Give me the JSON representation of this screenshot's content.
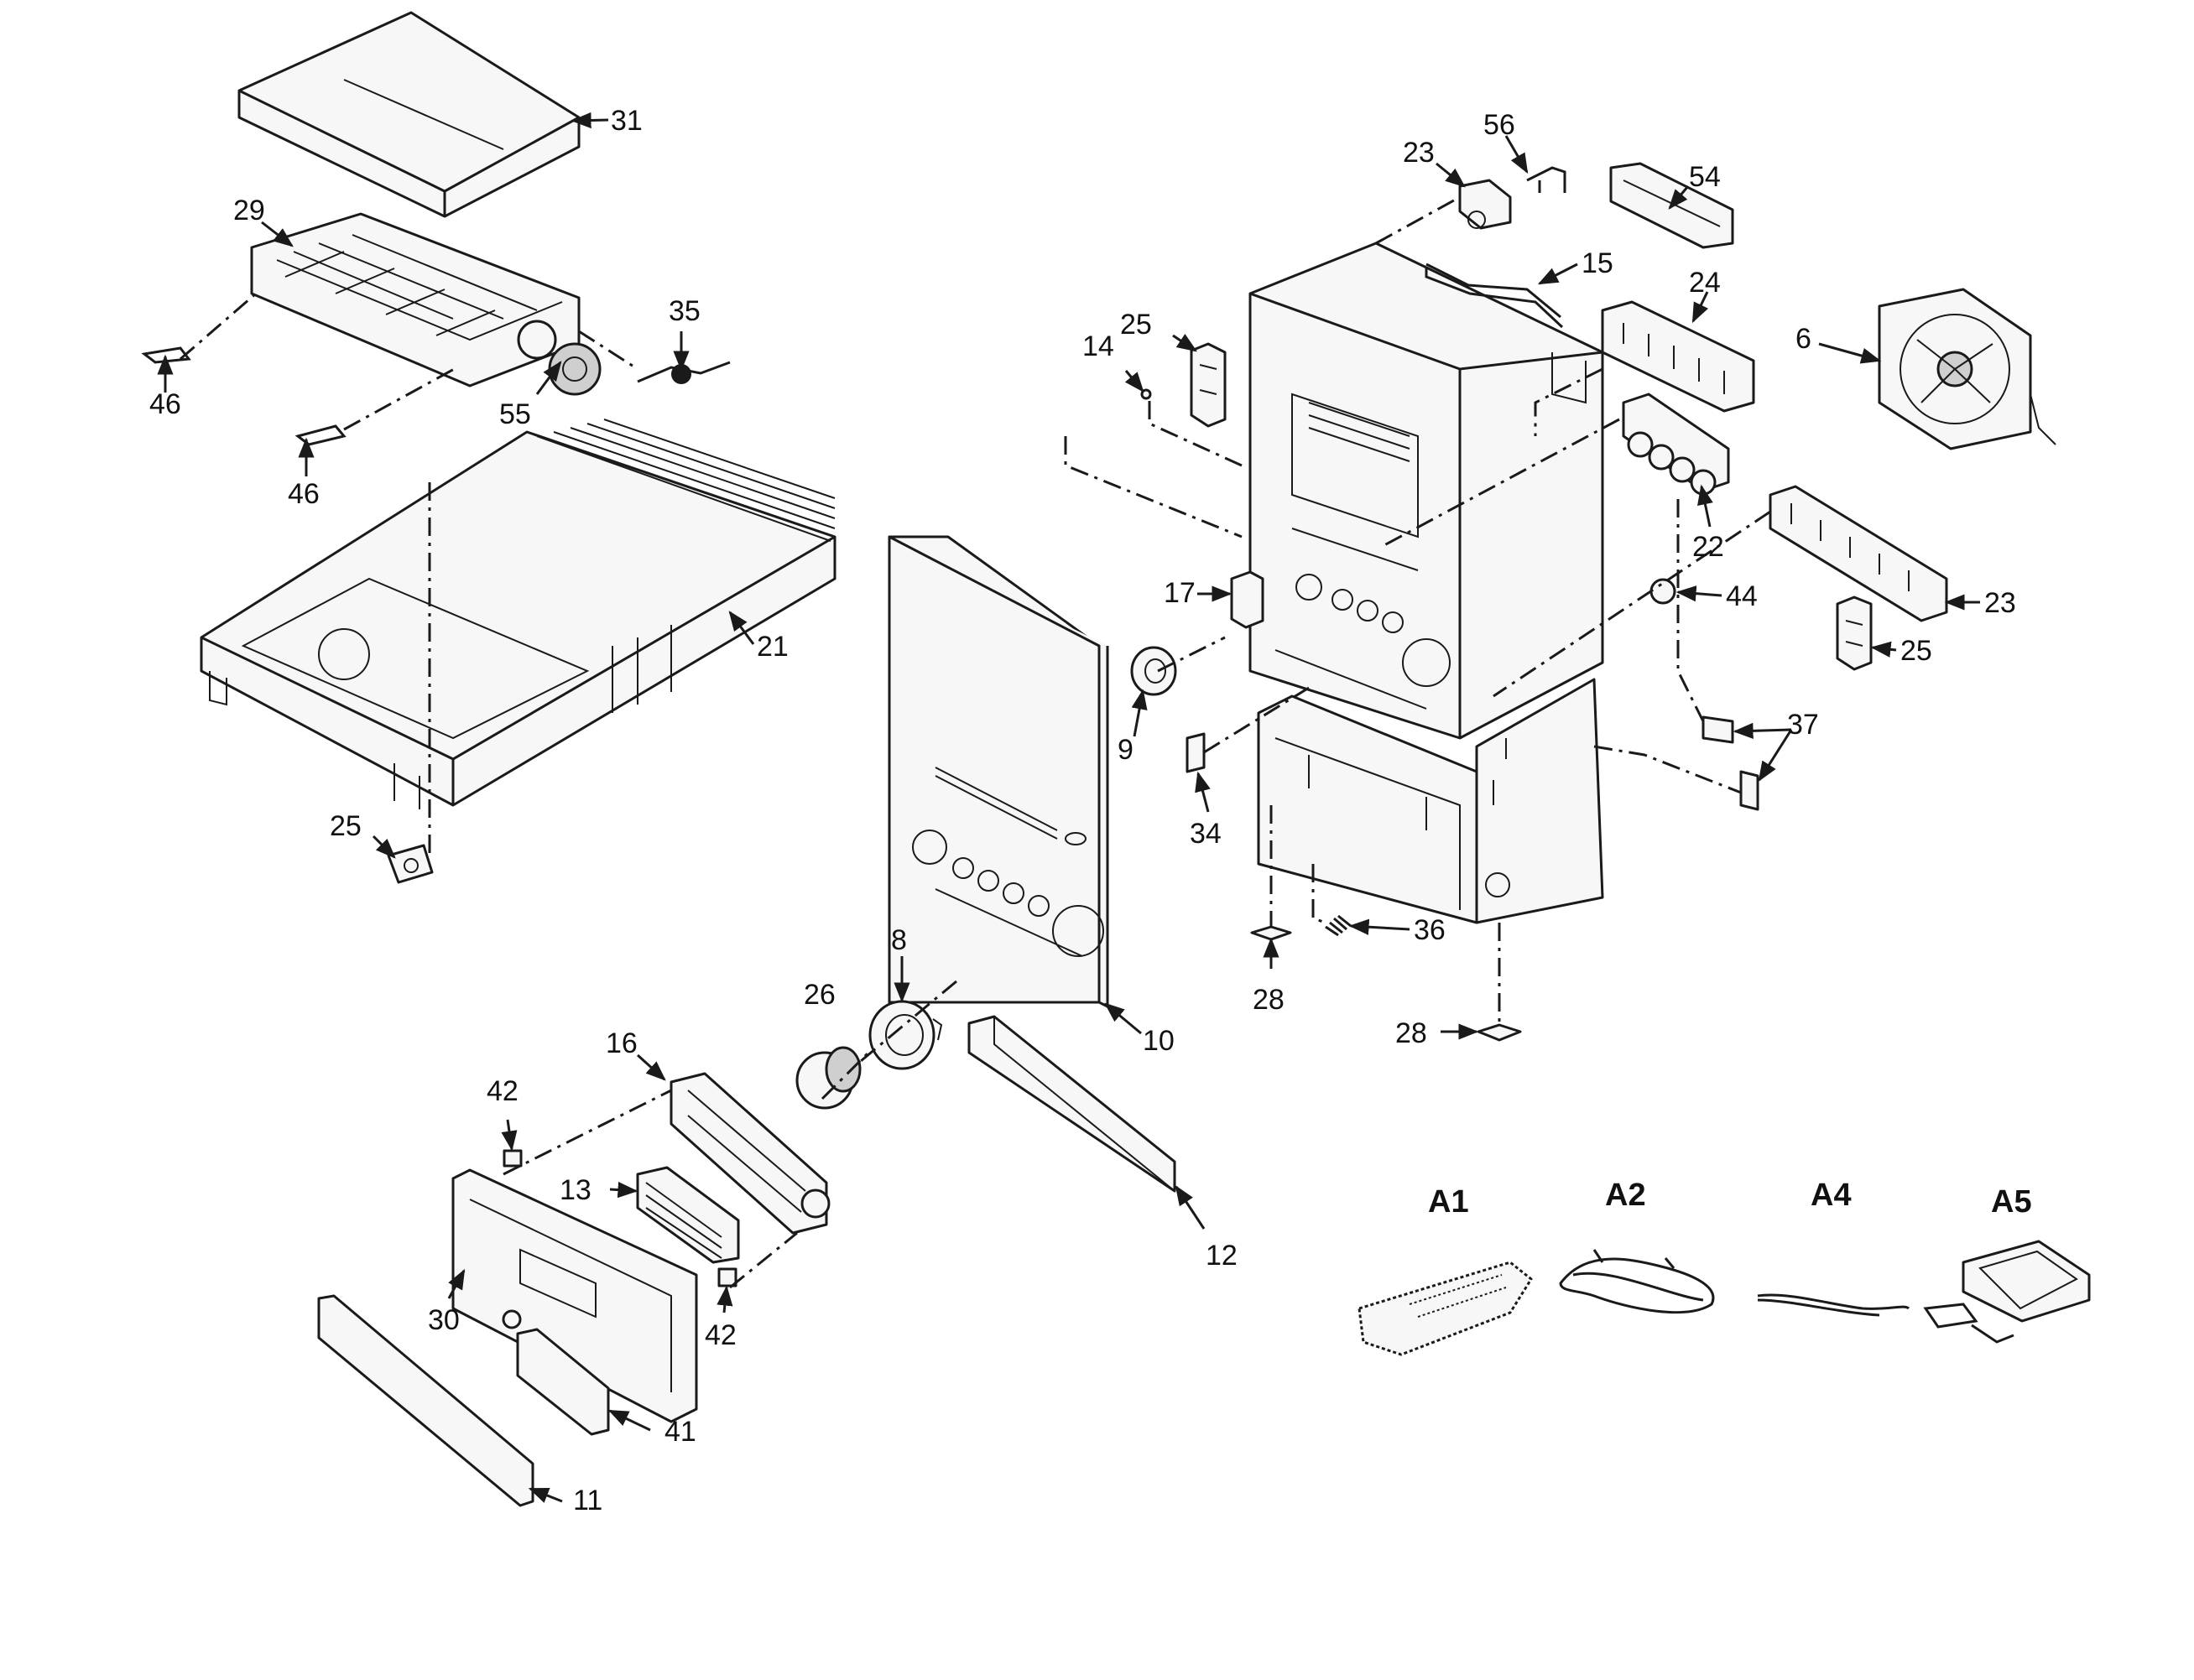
{
  "diagram": {
    "part_labels": {
      "p31": "31",
      "p29": "29",
      "p35": "35",
      "p46a": "46",
      "p55": "55",
      "p46b": "46",
      "p21": "21",
      "p25a": "25",
      "p23a": "23",
      "p56": "56",
      "p54": "54",
      "p15": "15",
      "p25b": "25",
      "p14": "14",
      "p24": "24",
      "p6": "6",
      "p22": "22",
      "p17": "17",
      "p44": "44",
      "p23b": "23",
      "p25c": "25",
      "p9": "9",
      "p37": "37",
      "p34": "34",
      "p36": "36",
      "p28a": "28",
      "p28b": "28",
      "p8": "8",
      "p26": "26",
      "p10": "10",
      "p16": "16",
      "p42a": "42",
      "p13": "13",
      "p12": "12",
      "p30": "30",
      "p42b": "42",
      "p41": "41",
      "p11": "11"
    },
    "accessory_labels": {
      "a1": "A1",
      "a2": "A2",
      "a4": "A4",
      "a5": "A5"
    }
  }
}
